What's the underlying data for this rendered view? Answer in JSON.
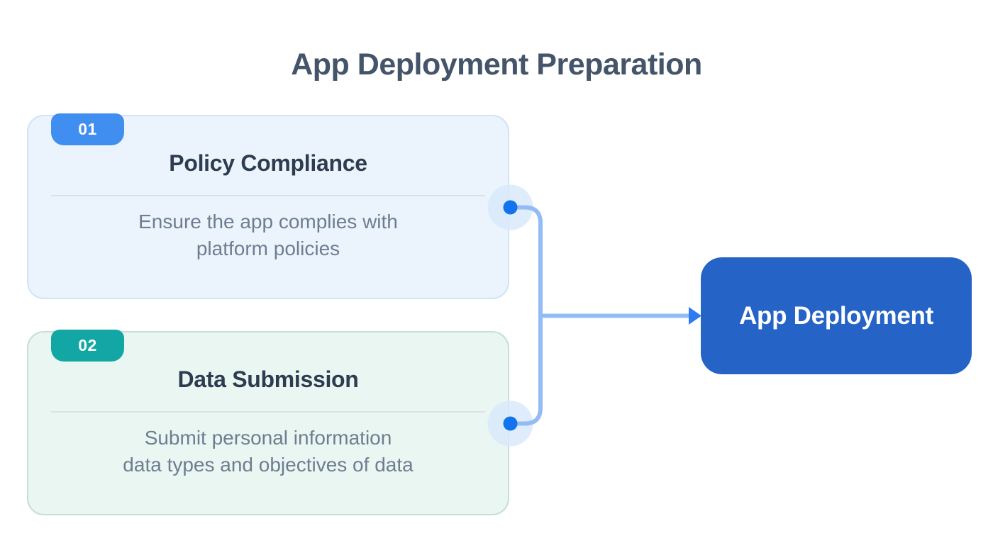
{
  "page": {
    "title": "App Deployment Preparation",
    "background_color": "#ffffff"
  },
  "cards": [
    {
      "number": "01",
      "title": "Policy Compliance",
      "body_lines": [
        "Ensure the app complies with",
        "platform policies"
      ],
      "accent_color": "#3f8ef0",
      "background_color": "#ebf4fc",
      "border_color": "#cfe4f8"
    },
    {
      "number": "02",
      "title": "Data Submission",
      "body_lines": [
        "Submit personal information",
        "data types and objectives of data"
      ],
      "accent_color": "#12a7a4",
      "background_color": "#e9f6f1",
      "border_color": "#c6ded6"
    }
  ],
  "result_node": {
    "label": "App Deployment",
    "background_color": "#2563c6",
    "text_color": "#ffffff"
  },
  "connector": {
    "line_color": "#93bcf5",
    "dot_color": "#1273ec",
    "halo_color": "#d9e9fb",
    "arrow_color": "#2e7bf1"
  },
  "text_colors": {
    "main_title": "#44546a",
    "card_title": "#2d3c51",
    "card_body": "#6e7d92"
  }
}
